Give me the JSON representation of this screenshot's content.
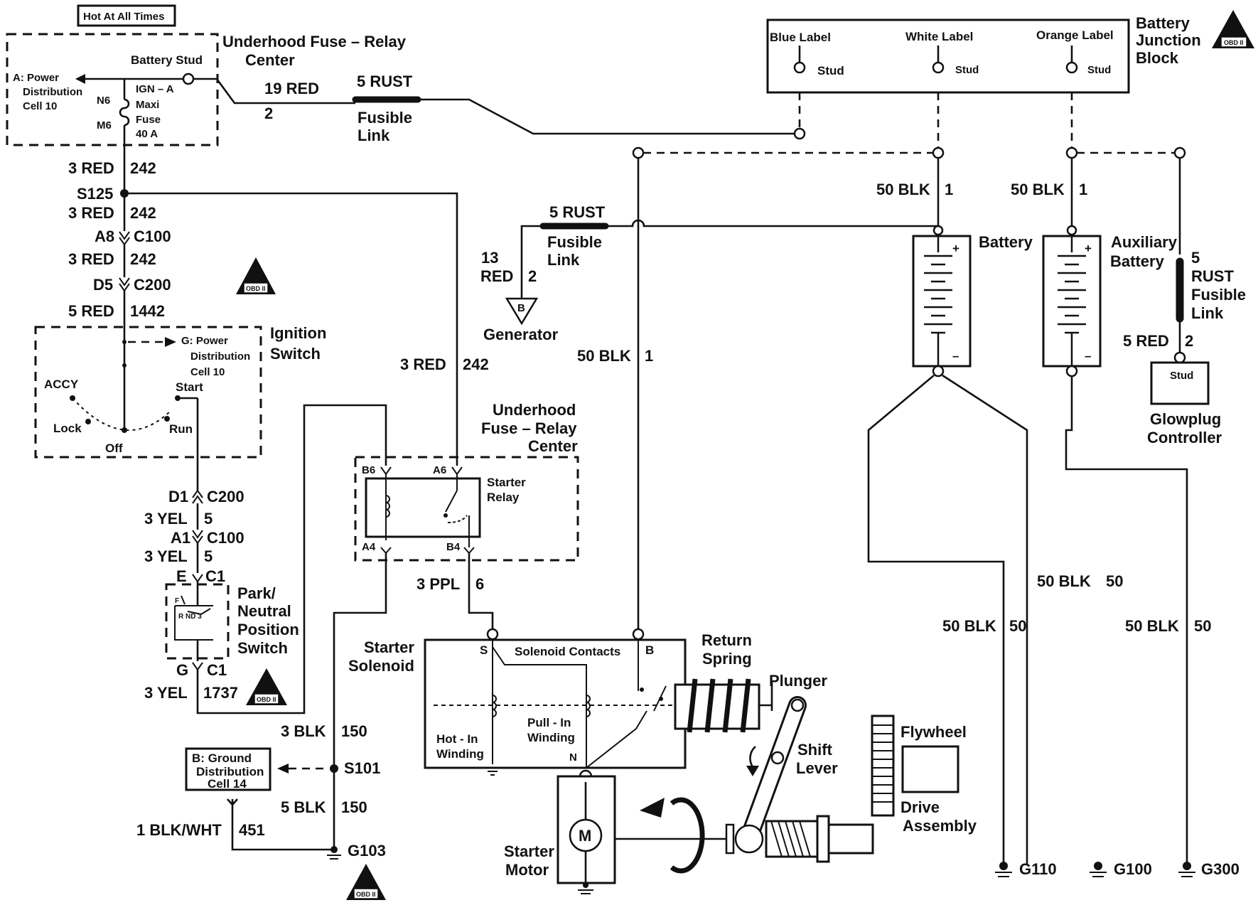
{
  "labels": {
    "hot_at_all_times": "Hot At All Times",
    "uhfrc_top": [
      "Underhood Fuse – Relay",
      "Center"
    ],
    "battery_stud": "Battery Stud",
    "power_dist_a": [
      "A: Power",
      "Distribution",
      "Cell 10"
    ],
    "n6": "N6",
    "m6": "M6",
    "maxi_fuse": [
      "IGN – A",
      "Maxi",
      "Fuse",
      "40 A"
    ],
    "w_19_red": "19 RED",
    "w_2": "2",
    "w_5_rust": "5 RUST",
    "fusible_link": [
      "Fusible",
      "Link"
    ],
    "bjb_title": [
      "Battery",
      "Junction",
      "Block"
    ],
    "blue_label": "Blue Label",
    "white_label": "White Label",
    "orange_label": "Orange Label",
    "stud": "Stud",
    "obd": "OBD II",
    "w_3_red": "3 RED",
    "w_242": "242",
    "s125": "S125",
    "a8": "A8",
    "c100": "C100",
    "d5": "D5",
    "c200": "C200",
    "w_5_red": "5 RED",
    "w_1442": "1442",
    "ignition_switch": [
      "Ignition",
      "Switch"
    ],
    "g_power_dist": [
      "G: Power",
      "Distribution",
      "Cell 10"
    ],
    "accy": "ACCY",
    "start": "Start",
    "lock": "Lock",
    "run": "Run",
    "off": "Off",
    "d1": "D1",
    "w_3_yel": "3 YEL",
    "w_5": "5",
    "a1": "A1",
    "e": "E",
    "c1": "C1",
    "pnp_switch": [
      "Park/",
      "Neutral",
      "Position",
      "Switch"
    ],
    "g": "G",
    "w_1737": "1737",
    "w_3_blk": "3 BLK",
    "w_150": "150",
    "ground_dist": [
      "B: Ground",
      "Distribution",
      "Cell 14"
    ],
    "s101": "S101",
    "w_5_blk": "5 BLK",
    "w_1_blkwht": "1 BLK/WHT",
    "w_451": "451",
    "g103": "G103",
    "uhfrc_mid": [
      "Underhood",
      "Fuse – Relay",
      "Center"
    ],
    "starter_relay": [
      "Starter",
      "Relay"
    ],
    "b6": "B6",
    "a6": "A6",
    "a4": "A4",
    "b4": "B4",
    "w_3_ppl": "3 PPL",
    "w_6": "6",
    "w_13": "13",
    "w_red": "RED",
    "generator": "Generator",
    "gen_b": "B",
    "w_50_blk": "50 BLK",
    "w_1": "1",
    "starter_solenoid": [
      "Starter",
      "Solenoid"
    ],
    "solenoid_contacts": "Solenoid Contacts",
    "s": "S",
    "b": "B",
    "n": "N",
    "hot_in": [
      "Hot - In",
      "Winding"
    ],
    "pull_in": [
      "Pull - In",
      "Winding"
    ],
    "return_spring": [
      "Return",
      "Spring"
    ],
    "plunger": "Plunger",
    "shift_lever": [
      "Shift",
      "Lever"
    ],
    "flywheel": "Flywheel",
    "drive_assembly": [
      "Drive",
      "Assembly"
    ],
    "starter_motor": [
      "Starter",
      "Motor"
    ],
    "motor_m": "M",
    "battery": "Battery",
    "aux_battery": [
      "Auxiliary",
      "Battery"
    ],
    "rust_fusible": [
      "5",
      "RUST",
      "Fusible",
      "Link"
    ],
    "w_5_red_gp": "5 RED",
    "glowplug": [
      "Glowplug",
      "Controller"
    ],
    "w_50": "50",
    "g110": "G110",
    "g100": "G100",
    "g300": "G300",
    "plus": "+",
    "minus": "–"
  }
}
